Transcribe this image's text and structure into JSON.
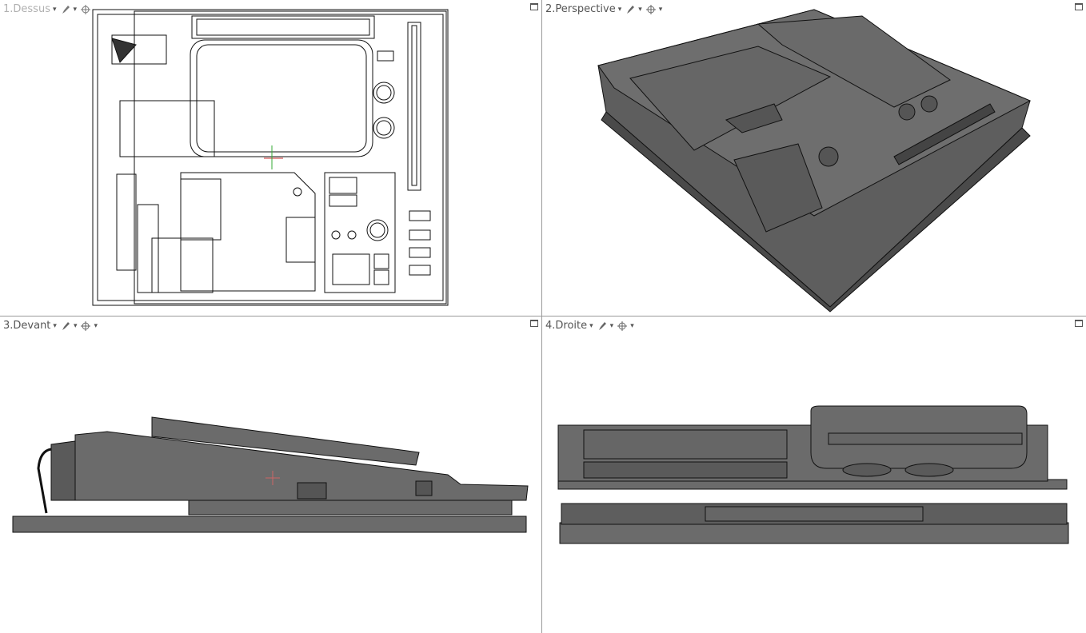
{
  "viewports": [
    {
      "label": "1.Dessus",
      "active": false
    },
    {
      "label": "2.Perspective",
      "active": true
    },
    {
      "label": "3.Devant",
      "active": true
    },
    {
      "label": "4.Droite",
      "active": true
    }
  ],
  "icons": {
    "display_mode": "pen-icon",
    "snap": "crosshair-target-icon",
    "dropdown": "chevron-down-icon",
    "maximize": "maximize-icon"
  },
  "colors": {
    "model_fill": "#6b6b6b",
    "wire": "#111111",
    "background": "#ffffff",
    "divider": "#999999"
  }
}
